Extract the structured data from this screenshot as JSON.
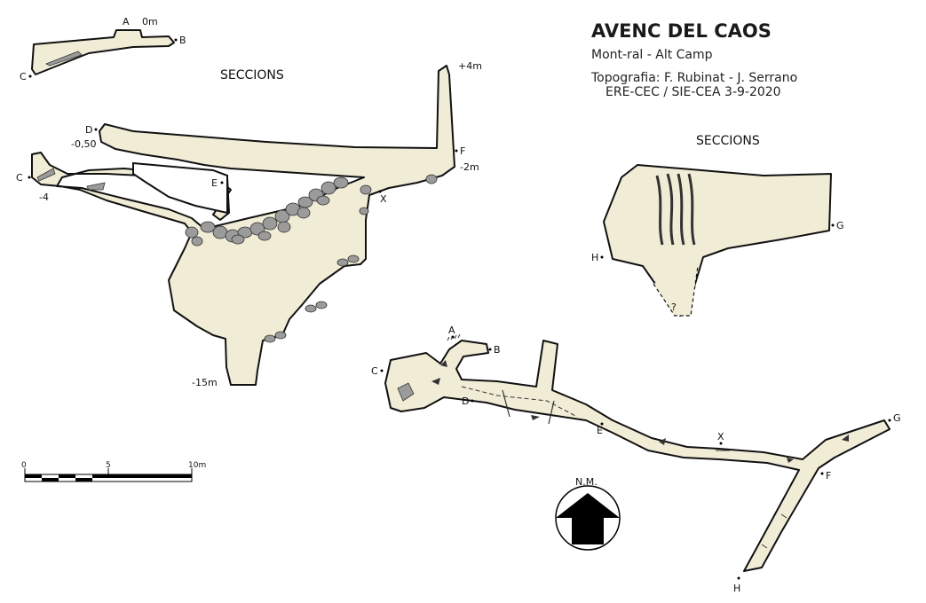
{
  "title": "AVENC DEL CAOS",
  "location": "Mont-ral  -  Alt Camp",
  "credits": "Topografia: F. Rubinat - J. Serrano",
  "credits2": "ERE-CEC / SIE-CEA   3-9-2020",
  "sections_label_left": "SECCIONS",
  "sections_label_right": "SECCIONS",
  "north_label": "N.M.",
  "scale": {
    "ticks": [
      "0",
      "5",
      "10m"
    ]
  },
  "depths": {
    "a": "0m",
    "top": "+4m",
    "d": "-0,50",
    "c": "-4",
    "f": "-2m",
    "bottom": "-15m"
  },
  "stations": {
    "a": "A",
    "b": "B",
    "c": "C",
    "d": "D",
    "e": "E",
    "f": "F",
    "g": "G",
    "h": "H",
    "x": "X",
    "q": "?"
  },
  "colors": {
    "cave_fill": "#f1ecd6",
    "outline": "#111111",
    "rock": "#9b9b9b"
  }
}
